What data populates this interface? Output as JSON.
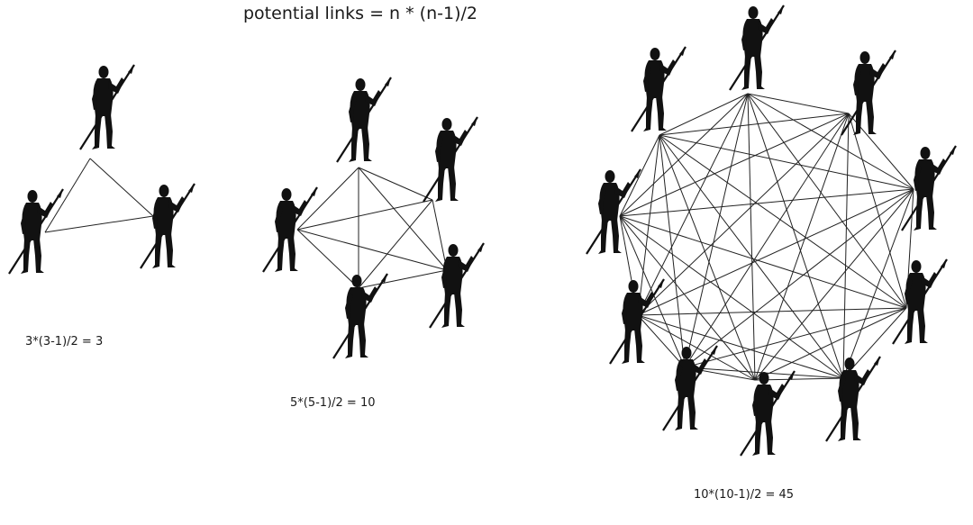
{
  "title": "potential links = n * (n-1)/2",
  "groups": [
    {
      "n": 3,
      "formula": "3*(3-1)/2 = 3"
    },
    {
      "n": 5,
      "formula": "5*(5-1)/2 = 10"
    },
    {
      "n": 10,
      "formula": "10*(10-1)/2 = 45"
    }
  ],
  "colors": {
    "figure": "#111111",
    "line": "#222222",
    "background": "#ffffff"
  },
  "icon": "spear-warrior-silhouette"
}
